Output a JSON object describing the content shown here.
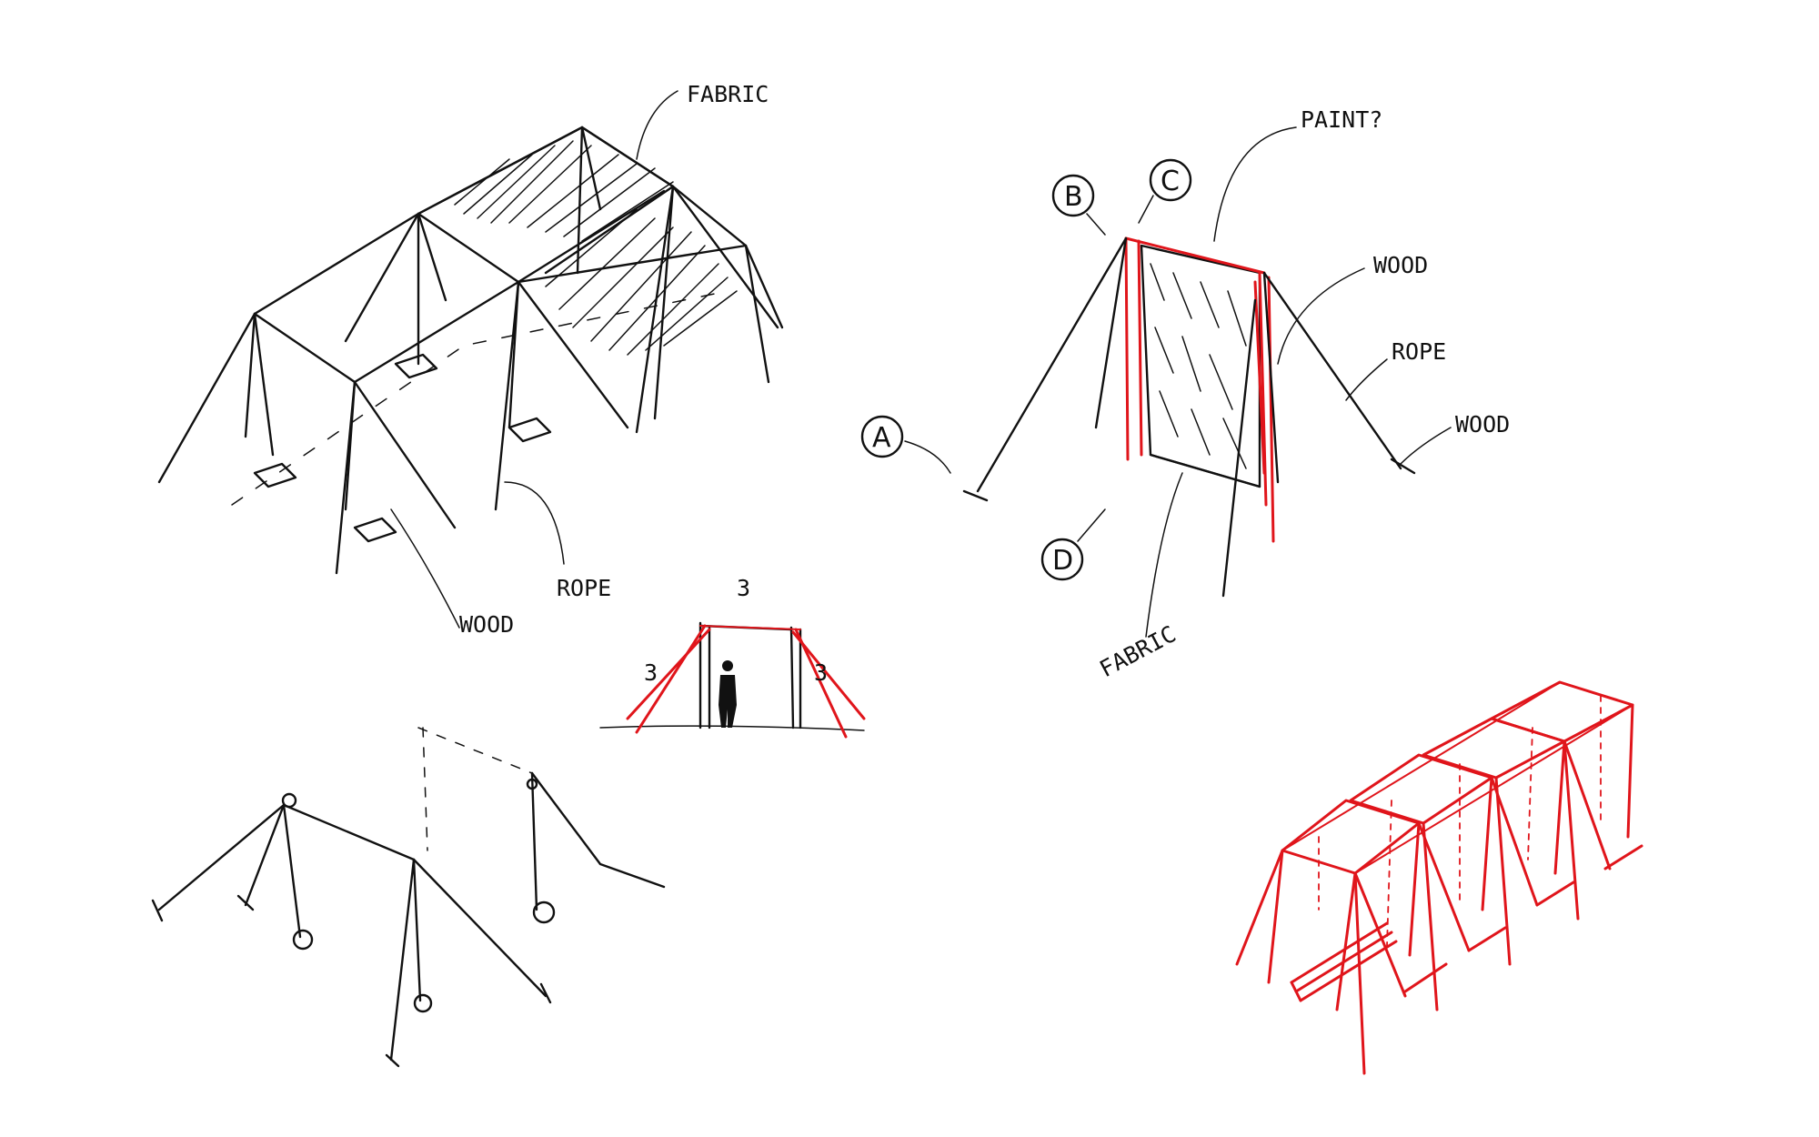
{
  "labels": {
    "fabric_top": "FABRIC",
    "rope_left": "ROPE",
    "wood_left": "WOOD",
    "paint": "PAINT?",
    "wood_right_1": "WOOD",
    "rope_right": "ROPE",
    "wood_right_2": "WOOD",
    "fabric_right": "FABRIC",
    "dim_top": "3",
    "dim_left": "3",
    "dim_right": "3"
  },
  "markers": {
    "a": "A",
    "b": "B",
    "c": "C",
    "d": "D"
  },
  "colors": {
    "ink": "#111111",
    "accent_red": "#e0151b",
    "paper": "#ffffff"
  }
}
